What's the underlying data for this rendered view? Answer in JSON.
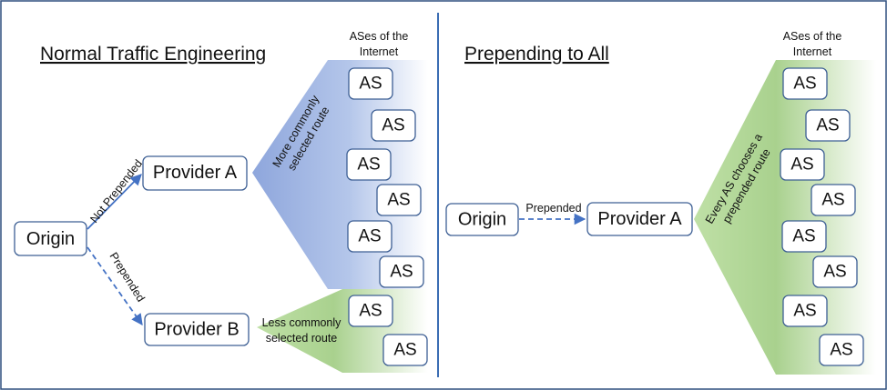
{
  "left": {
    "title": "Normal Traffic Engineering",
    "ases_header_line1": "ASes of the",
    "ases_header_line2": "Internet",
    "origin": "Origin",
    "provider_a": "Provider A",
    "provider_b": "Provider B",
    "edge_not_prepended": "Not Prepended",
    "edge_prepended": "Prepended",
    "more_common_line1": "More commonly",
    "more_common_line2": "selected route",
    "less_common_line1": "Less commonly",
    "less_common_line2": "selected route",
    "as_label": "AS"
  },
  "right": {
    "title": "Prepending to All",
    "ases_header_line1": "ASes of the",
    "ases_header_line2": "Internet",
    "origin": "Origin",
    "provider_a": "Provider A",
    "edge_prepended": "Prepended",
    "every_as_line1": "Every AS chooses a",
    "every_as_line2": "prepended route",
    "as_label": "AS"
  },
  "colors": {
    "frame": "#2f4f7f",
    "divider": "#3b6db3",
    "arrow": "#4472c4",
    "blue_fill": "#9fb5e0",
    "green_fill": "#a9d18e",
    "box_stroke": "#3d5f94"
  }
}
